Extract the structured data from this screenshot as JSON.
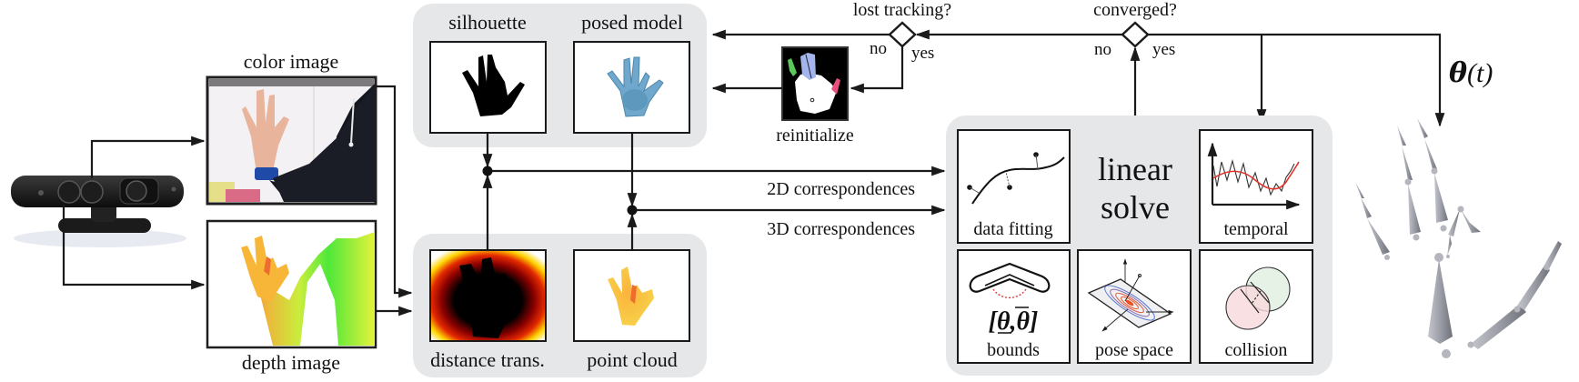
{
  "figure": {
    "sensor": {
      "label": ""
    },
    "inputs": {
      "color_image": "color image",
      "depth_image": "depth image"
    },
    "render_panel": {
      "silhouette": "silhouette",
      "posed_model": "posed model"
    },
    "sensor_panel": {
      "distance_transform": "distance trans.",
      "point_cloud": "point cloud"
    },
    "correspondences": {
      "c2d": "2D correspondences",
      "c3d": "3D correspondences"
    },
    "decisions": {
      "lost_tracking": {
        "question": "lost tracking?",
        "no": "no",
        "yes": "yes"
      },
      "converged": {
        "question": "converged?",
        "no": "no",
        "yes": "yes"
      }
    },
    "reinitialize": "reinitialize",
    "solver_panel": {
      "title_line1": "linear",
      "title_line2": "solve",
      "terms": {
        "data_fitting": "data fitting",
        "temporal": "temporal",
        "bounds": "bounds",
        "bounds_formula": "[θ,θ]",
        "pose_space": "pose space",
        "collision": "collision"
      }
    },
    "output": {
      "label_theta": "θ",
      "label_t": "(t)"
    }
  },
  "colors": {
    "panel": "#e6e7e9",
    "wire": "#1a1a1a",
    "model_blue": "#6fa8cc",
    "depth_green": "#6be840",
    "depth_orange": "#f5a83a",
    "temporal_red": "#e0332b"
  }
}
